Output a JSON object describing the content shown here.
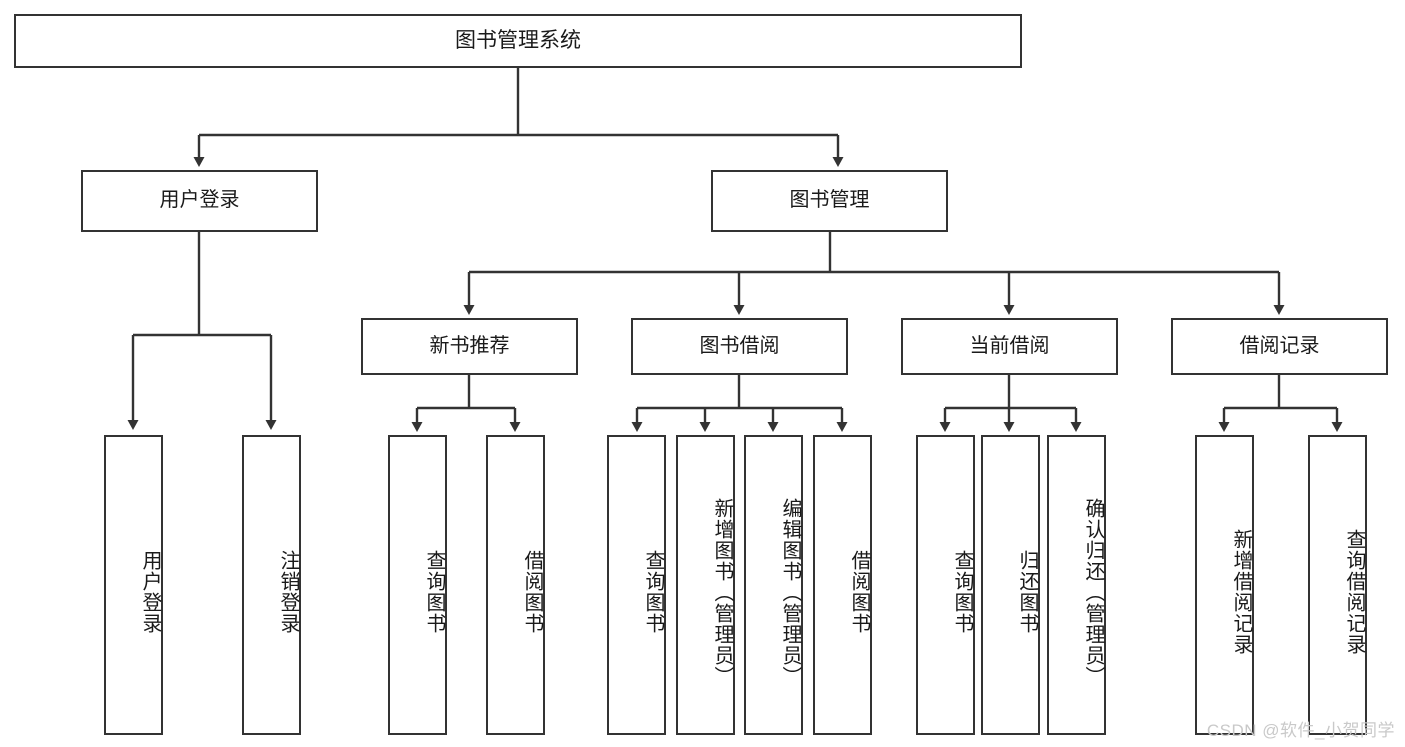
{
  "diagram": {
    "title": "图书管理系统",
    "type": "tree-hierarchy",
    "watermark": "CSDN @软件_小贺同学",
    "colors": {
      "node_border": "#333333",
      "node_fill": "#ffffff",
      "edge": "#333333",
      "text": "#1a1a1a",
      "watermark": "#c9c9c9",
      "background": "#ffffff"
    },
    "nodes": {
      "root": {
        "label": "图书管理系统"
      },
      "level2": [
        {
          "label": "用户登录"
        },
        {
          "label": "图书管理"
        }
      ],
      "level3": [
        {
          "label": "新书推荐"
        },
        {
          "label": "图书借阅"
        },
        {
          "label": "当前借阅"
        },
        {
          "label": "借阅记录"
        }
      ],
      "leaves": {
        "user_login": [
          {
            "label": "用户登录"
          },
          {
            "label": "注销登录"
          }
        ],
        "new_books": [
          {
            "label": "查询图书"
          },
          {
            "label": "借阅图书"
          }
        ],
        "book_borrow": [
          {
            "label": "查询图书"
          },
          {
            "label": "新增图书（管理员）"
          },
          {
            "label": "编辑图书（管理员）"
          },
          {
            "label": "借阅图书"
          }
        ],
        "current_borrow": [
          {
            "label": "查询图书"
          },
          {
            "label": "归还图书"
          },
          {
            "label": "确认归还（管理员）"
          }
        ],
        "borrow_records": [
          {
            "label": "新增借阅记录"
          },
          {
            "label": "查询借阅记录"
          }
        ]
      }
    }
  }
}
